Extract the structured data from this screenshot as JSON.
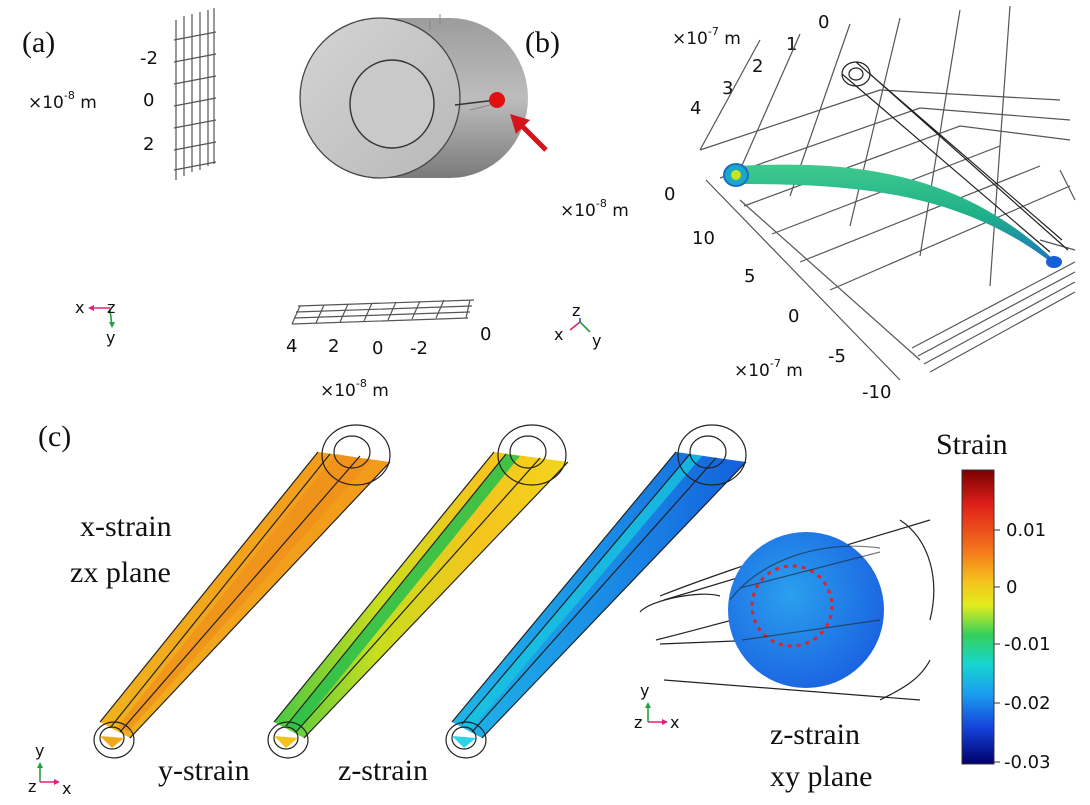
{
  "panels": {
    "a": {
      "label": "(a)",
      "left_unit": "×10",
      "left_unit_exp": "-8",
      "left_unit_suffix": " m",
      "left_ticks": [
        "-2",
        "0",
        "2"
      ],
      "bottom_ticks": [
        "4",
        "2",
        "0",
        "-2"
      ],
      "side_tick": "0",
      "bottom_unit": "×10",
      "bottom_unit_exp": "-8",
      "bottom_unit_suffix": " m",
      "triad1": {
        "a": "x",
        "b": "z",
        "c": "y"
      },
      "triad2": {
        "a": "z",
        "b": "x",
        "c": "y"
      }
    },
    "b": {
      "label": "(b)",
      "top_unit": "×10",
      "top_unit_exp": "-7",
      "top_unit_suffix": " m",
      "top_ticks": [
        "0",
        "1",
        "2",
        "3",
        "4"
      ],
      "mid_unit": "×10",
      "mid_unit_exp": "-8",
      "mid_unit_suffix": " m",
      "mid_tick": "0",
      "bottom_ticks": [
        "10",
        "5",
        "0",
        "-5",
        "-10"
      ],
      "bottom_unit": "×10",
      "bottom_unit_exp": "-7",
      "bottom_unit_suffix": " m"
    },
    "c": {
      "label": "(c)",
      "caption_x_line1": "x-strain",
      "caption_x_line2": "zx plane",
      "caption_y": "y-strain",
      "caption_z": "z-strain",
      "caption_xy_line1": "z-strain",
      "caption_xy_line2": "xy plane",
      "triad_left": {
        "y": "y",
        "z": "z",
        "x": "x"
      },
      "triad_right": {
        "y": "y",
        "z": "z",
        "x": "x"
      }
    }
  },
  "colorbar": {
    "title": "Strain",
    "ticks": [
      "0.01",
      "0",
      "-0.01",
      "-0.02",
      "-0.03"
    ],
    "colors": [
      "#8b0000",
      "#e8231b",
      "#f47a1c",
      "#f3c21c",
      "#d9e61a",
      "#4fd24a",
      "#17d3c7",
      "#1aa6e8",
      "#1556e0",
      "#0a1fb0",
      "#000070"
    ]
  }
}
